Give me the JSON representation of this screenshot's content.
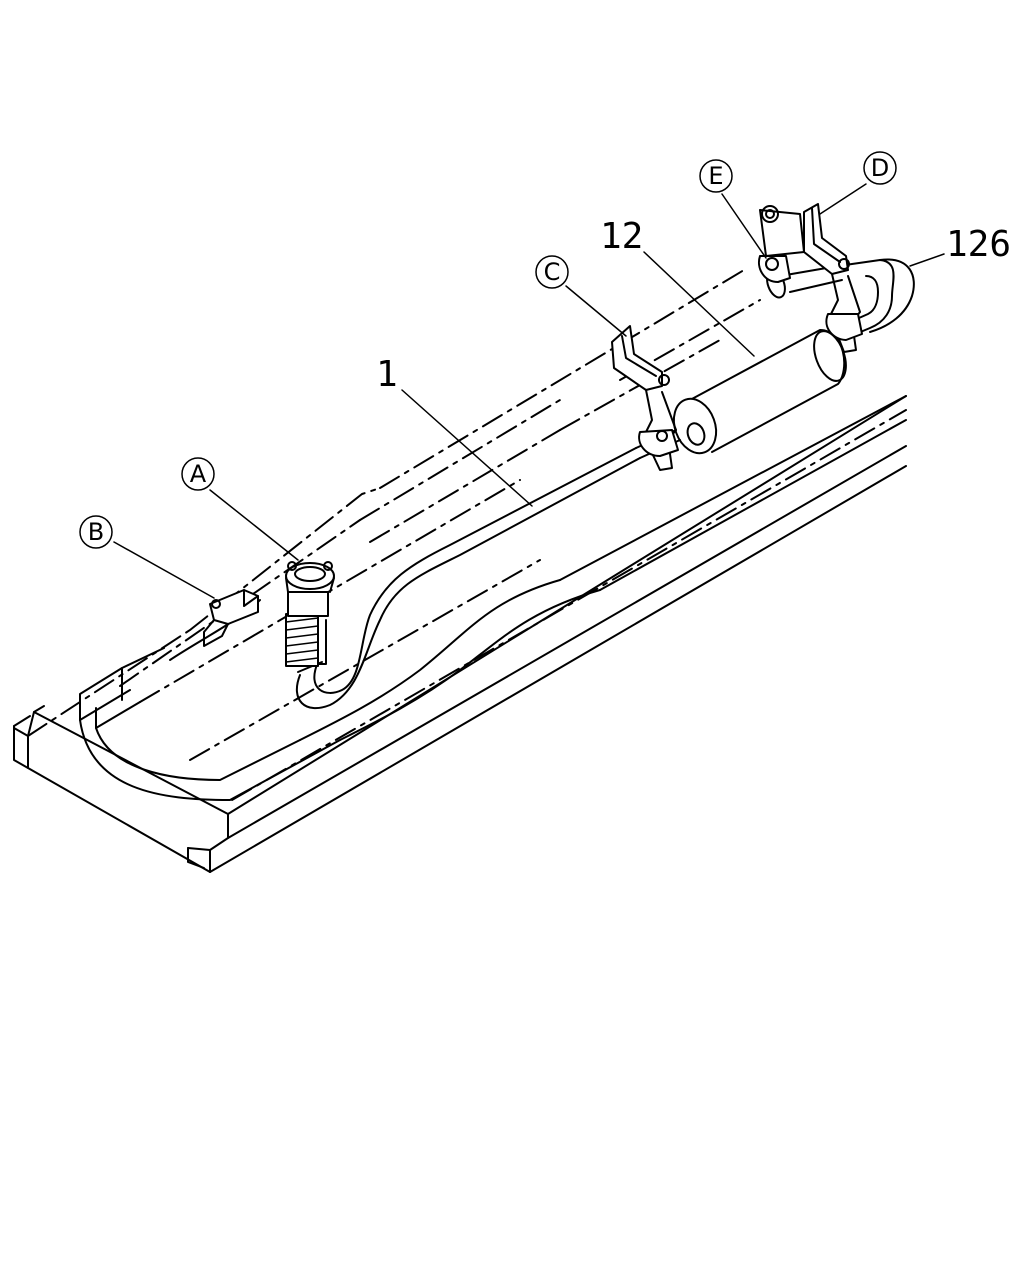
{
  "part_numbers": {
    "p1": "1",
    "p12": "12",
    "p126": "126"
  },
  "callouts": {
    "a": "A",
    "b": "B",
    "c": "C",
    "d": "D",
    "e": "E"
  },
  "colors": {
    "ink": "#000000",
    "paper": "#ffffff"
  }
}
